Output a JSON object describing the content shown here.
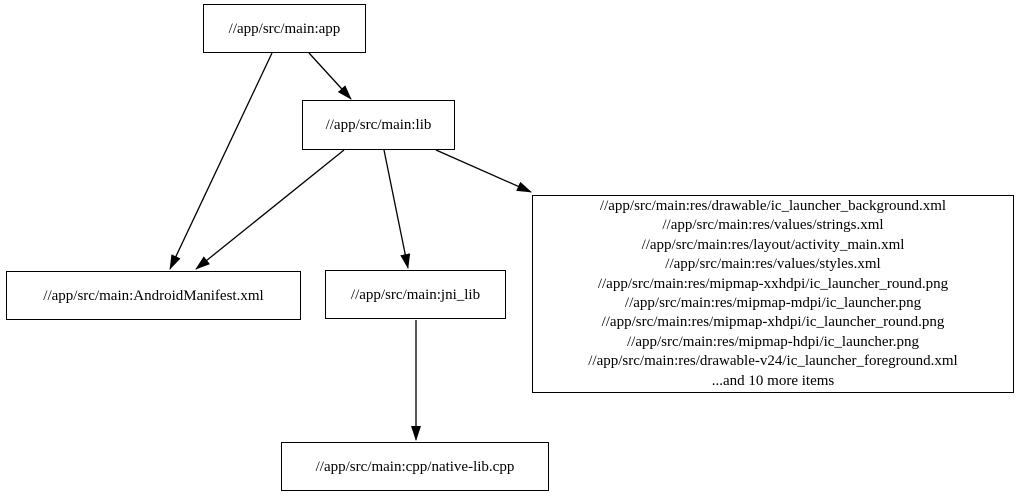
{
  "diagram": {
    "type": "dependency-graph",
    "background": "#ffffff",
    "node_style": {
      "fill": "#ffffff",
      "border": "#000000",
      "text": "#000000"
    },
    "edge_color": "#000000",
    "nodes": {
      "app": {
        "label": "//app/src/main:app"
      },
      "lib": {
        "label": "//app/src/main:lib"
      },
      "android_manifest": {
        "label": "//app/src/main:AndroidManifest.xml"
      },
      "jni_lib": {
        "label": "//app/src/main:jni_lib"
      },
      "resources": {
        "lines": [
          "//app/src/main:res/drawable/ic_launcher_background.xml",
          "//app/src/main:res/values/strings.xml",
          "//app/src/main:res/layout/activity_main.xml",
          "//app/src/main:res/values/styles.xml",
          "//app/src/main:res/mipmap-xxhdpi/ic_launcher_round.png",
          "//app/src/main:res/mipmap-mdpi/ic_launcher.png",
          "//app/src/main:res/mipmap-xhdpi/ic_launcher_round.png",
          "//app/src/main:res/mipmap-hdpi/ic_launcher.png",
          "//app/src/main:res/drawable-v24/ic_launcher_foreground.xml",
          "...and 10 more items"
        ]
      },
      "native_lib": {
        "label": "//app/src/main:cpp/native-lib.cpp"
      }
    },
    "edges": [
      {
        "from": "//app/src/main:app",
        "to": "//app/src/main:lib"
      },
      {
        "from": "//app/src/main:app",
        "to": "//app/src/main:AndroidManifest.xml"
      },
      {
        "from": "//app/src/main:lib",
        "to": "//app/src/main:AndroidManifest.xml"
      },
      {
        "from": "//app/src/main:lib",
        "to": "//app/src/main:jni_lib"
      },
      {
        "from": "//app/src/main:lib",
        "to": "resources-group"
      },
      {
        "from": "//app/src/main:jni_lib",
        "to": "//app/src/main:cpp/native-lib.cpp"
      }
    ]
  }
}
